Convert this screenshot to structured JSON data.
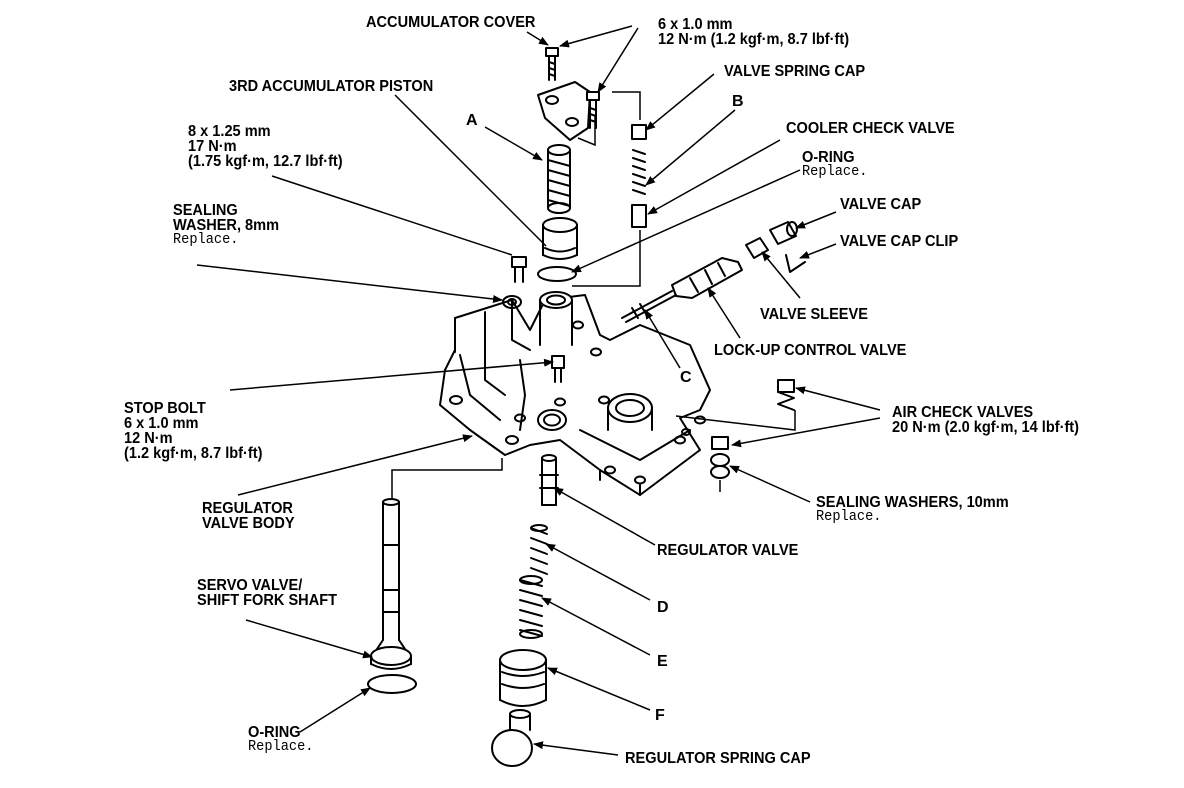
{
  "labels": {
    "accumulator_cover": "ACCUMULATOR COVER",
    "cover_bolt_size": "6 x 1.0 mm",
    "cover_bolt_torque": "12 N·m (1.2 kgf·m, 8.7 lbf·ft)",
    "accumulator_piston": "3RD ACCUMULATOR PISTON",
    "valve_spring_cap": "VALVE SPRING CAP",
    "bolt8_size": "8 x 1.25 mm",
    "bolt8_torque_nm": "17 N·m",
    "bolt8_torque_alt": "(1.75 kgf·m, 12.7 lbf·ft)",
    "cooler_check_valve": "COOLER CHECK VALVE",
    "oring_top": "O-RING",
    "sealing_washer_8_line1": "SEALING",
    "sealing_washer_8_line2": "WASHER, 8mm",
    "valve_cap": "VALVE CAP",
    "valve_cap_clip": "VALVE CAP CLIP",
    "valve_sleeve": "VALVE SLEEVE",
    "lockup_control_valve": "LOCK-UP CONTROL VALVE",
    "stop_bolt": "STOP BOLT",
    "stop_bolt_size": "6 x 1.0 mm",
    "stop_bolt_torque_nm": "12 N·m",
    "stop_bolt_torque_alt": "(1.2 kgf·m, 8.7 lbf·ft)",
    "air_check_valves": "AIR CHECK VALVES",
    "air_check_torque": "20 N·m (2.0 kgf·m, 14 lbf·ft)",
    "regulator_valve_body_line1": "REGULATOR",
    "regulator_valve_body_line2": "VALVE BODY",
    "sealing_washers_10": "SEALING WASHERS, 10mm",
    "regulator_valve": "REGULATOR VALVE",
    "servo_valve_line1": "SERVO VALVE/",
    "servo_valve_line2": "SHIFT FORK SHAFT",
    "oring_bottom": "O-RING",
    "regulator_spring_cap": "REGULATOR SPRING CAP",
    "replace": "Replace."
  },
  "letters": {
    "a": "A",
    "b": "B",
    "c": "C",
    "d": "D",
    "e": "E",
    "f": "F"
  }
}
